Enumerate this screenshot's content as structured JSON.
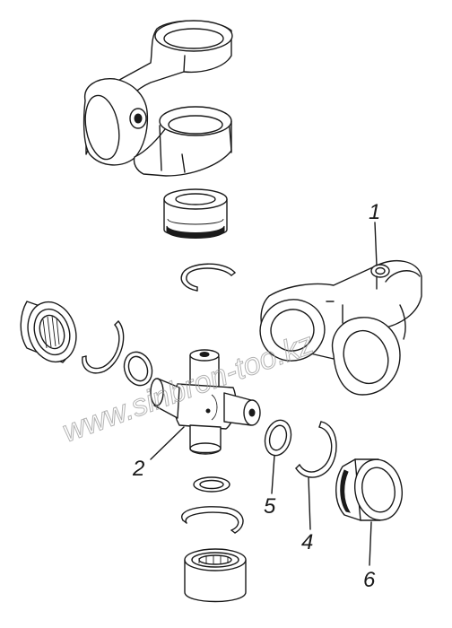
{
  "watermark": "www.sinbron-too.kz",
  "callouts": [
    {
      "id": "yoke",
      "label": "1"
    },
    {
      "id": "cross",
      "label": "2"
    },
    {
      "id": "circlip",
      "label": "4"
    },
    {
      "id": "thrust-washer",
      "label": "5"
    },
    {
      "id": "bearing-cup",
      "label": "6"
    }
  ]
}
